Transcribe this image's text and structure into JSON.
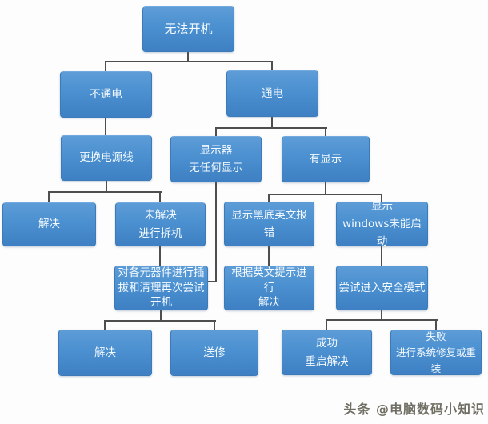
{
  "flowchart": {
    "description_visible_root": "无法开机",
    "nodes": {
      "root": "无法开机",
      "no_power": "不通电",
      "power_on": "通电",
      "replace_power_cable": "更换电源线",
      "monitor_no_display": "显示器\n无任何显示",
      "has_display": "有显示",
      "solved_left": "解决",
      "unsolved_disassemble": "未解决\n进行拆机",
      "black_screen_english_error": "显示黑底英文报错",
      "windows_failed_to_start": "显示\nwindows未能启动",
      "replug_clean_retry_boot": "对各元器件进行插\n拔和清理再次尝试\n开机",
      "solve_per_english_prompt": "根据英文提示进行\n解决",
      "try_safe_mode": "尝试进入安全模式",
      "solved_bottom": "解决",
      "send_for_repair": "送修",
      "success_restart_solved": "成功\n重启解决",
      "fail_repair_or_reinstall": "失败\n进行系统修复或重装"
    },
    "colors": {
      "node_fill_top": "#5d9cd7",
      "node_fill_bottom": "#3e80c3",
      "node_border": "#3c7ab8",
      "node_text": "#f4faff",
      "connector": "#4e4e4e",
      "background": "#fdfdfd"
    }
  },
  "watermark": {
    "text": "头条 @电脑数码小知识"
  }
}
